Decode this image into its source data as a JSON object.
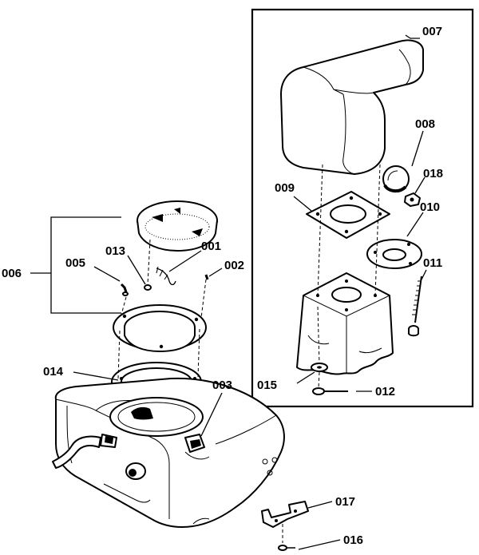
{
  "diagram": {
    "labels": {
      "p001": "001",
      "p002": "002",
      "p003": "003",
      "p005": "005",
      "p006": "006",
      "p007": "007",
      "p008": "008",
      "p009": "009",
      "p010": "010",
      "p011": "011",
      "p012": "012",
      "p013": "013",
      "p014": "014",
      "p015": "015",
      "p016": "016",
      "p017": "017",
      "p018": "018"
    },
    "stroke_color": "#000000",
    "background_color": "#ffffff"
  }
}
